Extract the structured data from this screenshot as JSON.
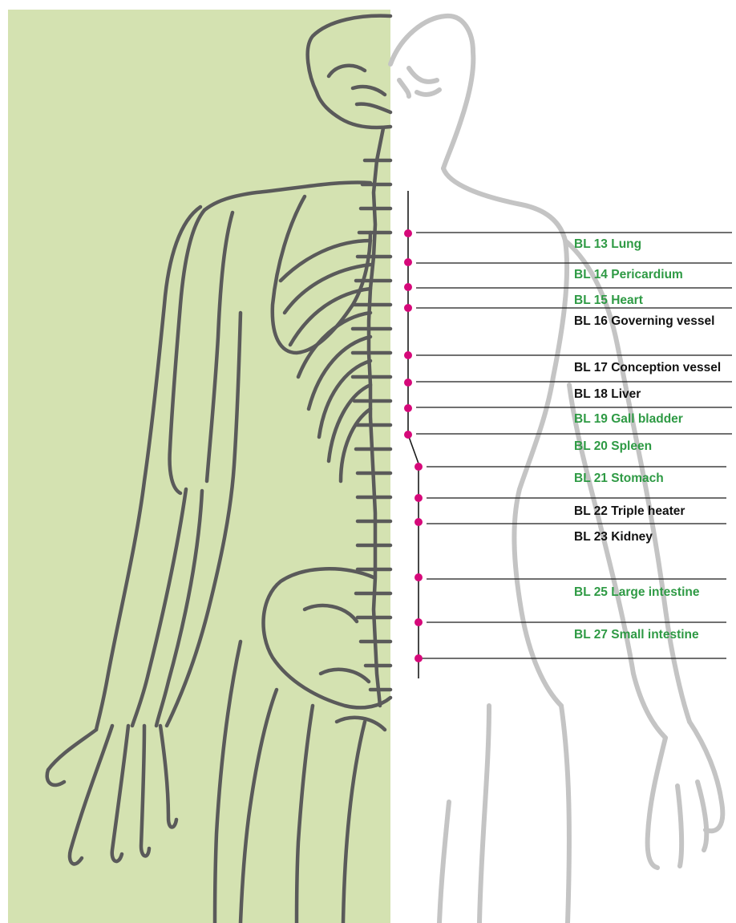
{
  "colors": {
    "panel_bg": "#d4e2b1",
    "skeleton_stroke": "#5a5a5a",
    "silhouette_stroke": "#c4c4c4",
    "point_marker": "#d6097a",
    "label_green": "#2e9a44",
    "label_black": "#111111",
    "meridian_line": "#1a1a1a"
  },
  "points": [
    {
      "code": "BL 13",
      "name": "Lung",
      "label": "BL 13 Lung",
      "color": "green"
    },
    {
      "code": "BL 14",
      "name": "Pericardium",
      "label": "BL 14 Pericardium",
      "color": "green"
    },
    {
      "code": "BL 15",
      "name": "Heart",
      "label": "BL 15 Heart",
      "color": "green"
    },
    {
      "code": "BL 16",
      "name": "Governing vessel",
      "label": "BL 16 Governing vessel",
      "color": "black"
    },
    {
      "code": "BL 17",
      "name": "Conception vessel",
      "label": "BL 17 Conception vessel",
      "color": "black"
    },
    {
      "code": "BL 18",
      "name": "Liver",
      "label": "BL 18 Liver",
      "color": "black"
    },
    {
      "code": "BL 19",
      "name": "Gall bladder",
      "label": "BL 19 Gall bladder",
      "color": "green"
    },
    {
      "code": "BL 20",
      "name": "Spleen",
      "label": "BL 20 Spleen",
      "color": "green"
    },
    {
      "code": "BL 21",
      "name": "Stomach",
      "label": "BL 21 Stomach",
      "color": "green"
    },
    {
      "code": "BL 22",
      "name": "Triple heater",
      "label": "BL 22 Triple heater",
      "color": "black"
    },
    {
      "code": "BL 23",
      "name": "Kidney",
      "label": "BL 23 Kidney",
      "color": "black"
    },
    {
      "code": "BL 25",
      "name": "Large intestine",
      "label": "BL 25 Large intestine",
      "color": "green"
    },
    {
      "code": "BL 27",
      "name": "Small intestine",
      "label": "BL 27 Small intestine",
      "color": "green"
    }
  ]
}
